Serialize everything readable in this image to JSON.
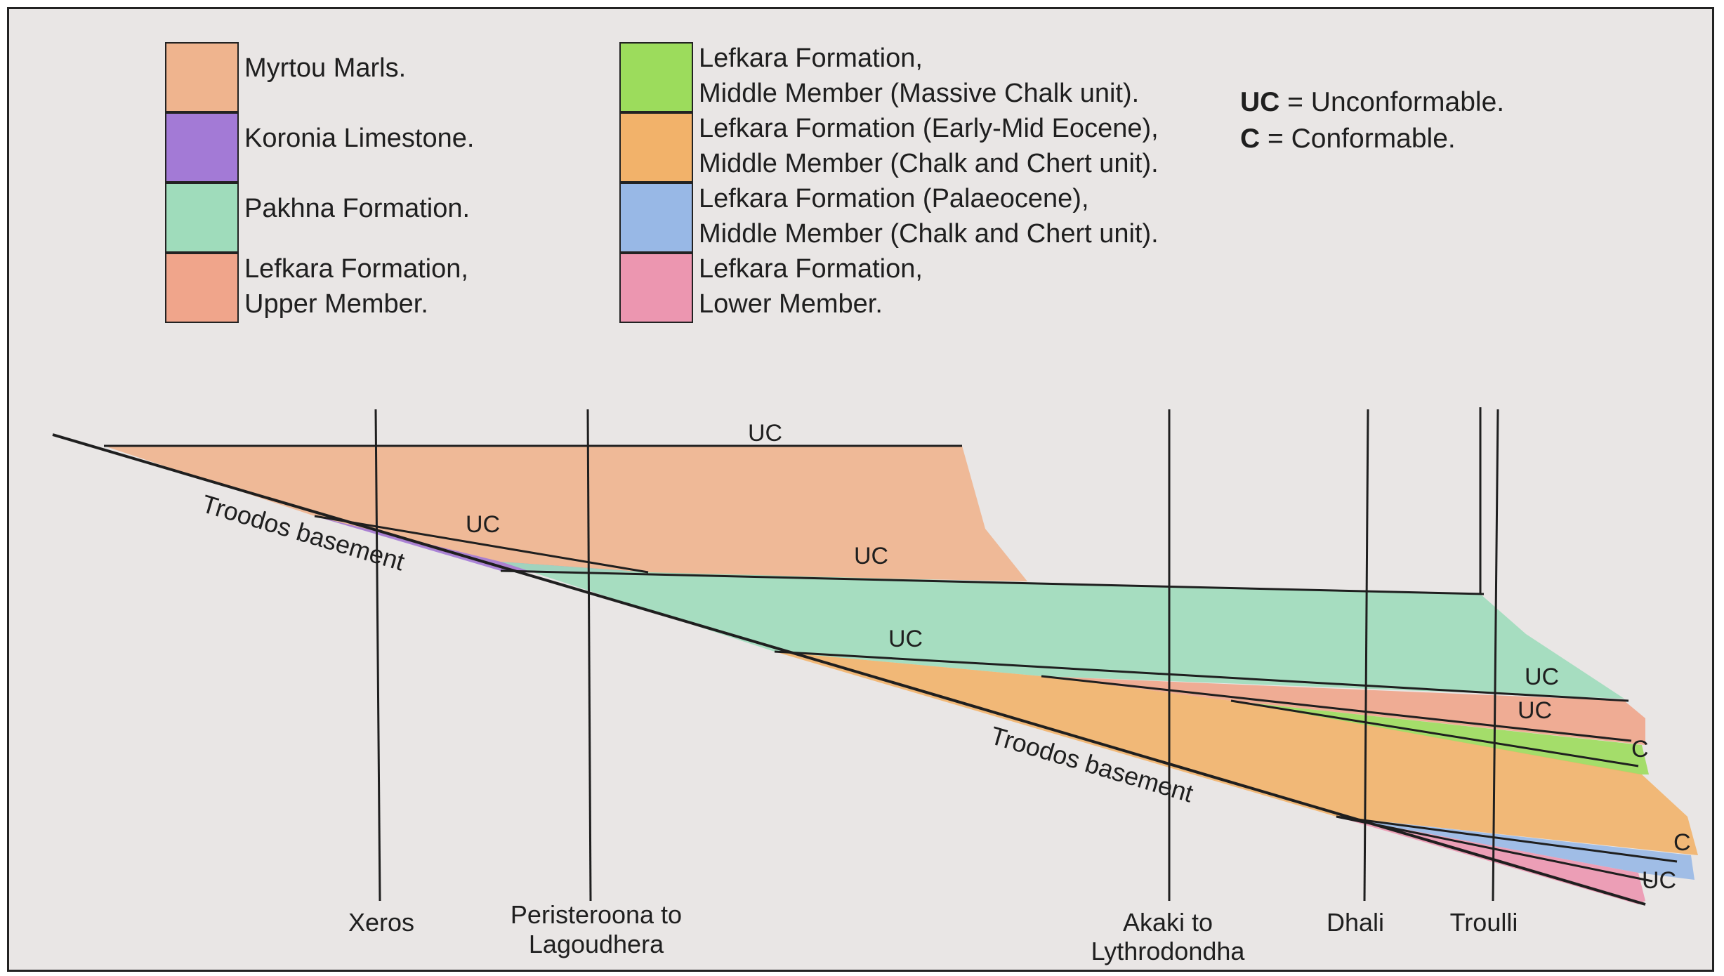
{
  "legend_left": [
    {
      "lines": [
        "Myrtou Marls."
      ],
      "color": "#efb48e"
    },
    {
      "lines": [
        "Koronia Limestone."
      ],
      "color": "#a37ad6"
    },
    {
      "lines": [
        "Pakhna Formation."
      ],
      "color": "#9fdcbb"
    },
    {
      "lines": [
        "Lefkara Formation,",
        "Upper Member."
      ],
      "color": "#f0a58b"
    }
  ],
  "legend_right": [
    {
      "lines": [
        "Lefkara Formation,",
        "Middle Member (Massive Chalk unit)."
      ],
      "color": "#9cdc5c"
    },
    {
      "lines": [
        "Lefkara Formation (Early-Mid Eocene),",
        "Middle Member (Chalk and Chert unit)."
      ],
      "color": "#f2b26a"
    },
    {
      "lines": [
        "Lefkara Formation (Palaeocene),",
        "Middle Member (Chalk and Chert unit)."
      ],
      "color": "#98b8e6"
    },
    {
      "lines": [
        "Lefkara Formation,",
        "Lower Member."
      ],
      "color": "#ec96b0"
    }
  ],
  "key": {
    "uc_abbr": "UC",
    "uc_text": " = Unconformable.",
    "c_abbr": "C",
    "c_text": " = Conformable."
  },
  "contacts": {
    "uc_top": "UC",
    "uc_koronia": "UC",
    "uc_pakhna": "UC",
    "uc_lefkara_mid": "UC",
    "uc_right_1": "UC",
    "uc_right_2": "UC",
    "c_right_1": "C",
    "c_right_2": "C",
    "uc_bottom": "UC"
  },
  "basement_labels": [
    "Troodos basement",
    "Troodos basement"
  ],
  "localities": [
    {
      "lines": [
        "Xeros"
      ]
    },
    {
      "lines": [
        "Peristeroona to",
        "Lagoudhera"
      ]
    },
    {
      "lines": [
        "Akaki to",
        "Lythrodondha"
      ]
    },
    {
      "lines": [
        "Dhali"
      ]
    },
    {
      "lines": [
        "Troulli"
      ]
    }
  ]
}
